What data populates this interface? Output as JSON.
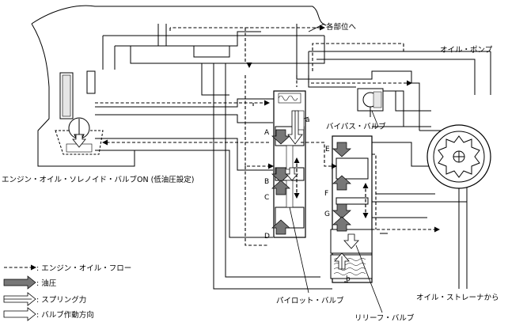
{
  "labels": {
    "to_parts": "各部位へ",
    "oil_pump": "オイル・ポンプ",
    "bypass_valve": "バイパス・バルブ",
    "solenoid": "エンジン・オイル・ソレノイド・バルブON (低油圧設定)",
    "pilot_valve": "パイロット・バルブ",
    "relief_valve": "リリーフ・バルブ",
    "from_strainer": "オイル・ストレーナから"
  },
  "ports": {
    "a": "a",
    "b": "b"
  },
  "chambers": {
    "A": "A",
    "B": "B",
    "C": "C",
    "D": "D",
    "E": "E",
    "F": "F",
    "G": "G"
  },
  "legend": {
    "flow": ": エンジン・オイル・フロー",
    "pressure": ": 油圧",
    "spring": ": スプリング力",
    "direction": ": バルブ作動方向"
  }
}
